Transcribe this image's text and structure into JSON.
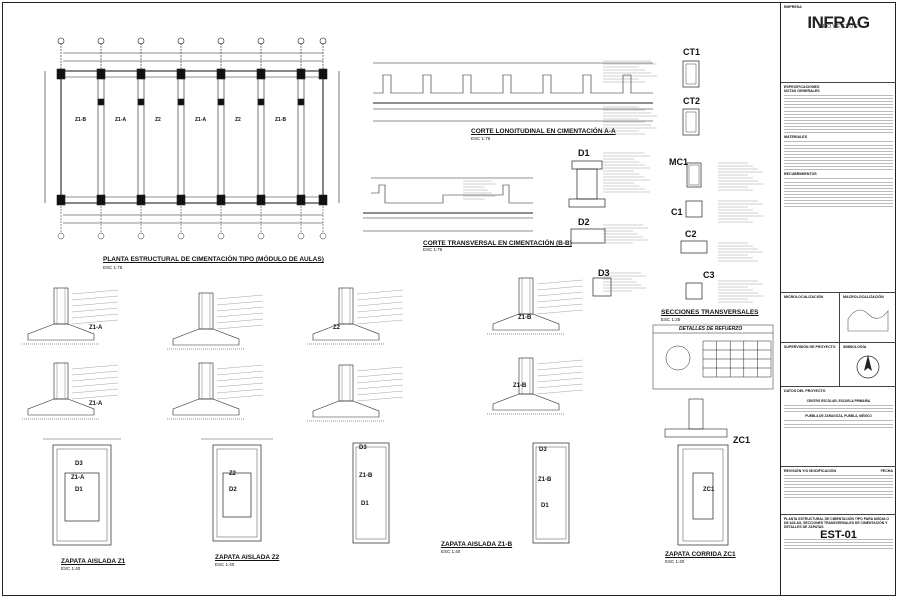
{
  "titles": {
    "plan": "PLANTA ESTRUCTURAL DE CIMENTACIÓN TIPO (MÓDULO DE AULAS)",
    "plan_scale": "ESC 1:75",
    "section_aa": "CORTE LONGITUDINAL EN CIMENTACIÓN A-A",
    "section_aa_scale": "ESC 1:75",
    "section_bb": "CORTE TRANSVERSAL EN CIMENTACIÓN (B-B)",
    "section_bb_scale": "ESC 1:75",
    "transversal": "SECCIONES TRANSVERSALES",
    "transversal_scale": "ESC 1:25",
    "refuerzo": "DETALLES DE REFUERZO",
    "z1": "ZAPATA AISLADA Z1",
    "z1_scale": "ESC 1:40",
    "z2": "ZAPATA AISLADA Z2",
    "z2_scale": "ESC 1:40",
    "z1b": "ZAPATA AISLADA Z1-B",
    "z1b_scale": "ESC 1:40",
    "zc1": "ZAPATA CORRIDA ZC1",
    "zc1_scale": "ESC 1:40"
  },
  "sections": {
    "ct1": "CT1",
    "ct2": "CT2",
    "d1": "D1",
    "d2": "D2",
    "d3": "D3",
    "mc1": "MC1",
    "c1": "C1",
    "c2": "C2",
    "c3": "C3",
    "zc1": "ZC1"
  },
  "plan_labels": [
    "Z1-B",
    "Z1-A",
    "Z2",
    "Z1-A",
    "Z2",
    "Z1-B"
  ],
  "detail_labels": {
    "z1a": "Z1-A",
    "z2": "Z2",
    "z1b": "Z1-B",
    "zc1": "ZC1",
    "d1": "D1",
    "d2": "D2",
    "d3": "D3",
    "c1": "C1",
    "ct1": "CT1"
  },
  "title_block": {
    "empresa": "EMPRESA",
    "logo": "INFRAG",
    "logo_sub": "PROYECTOS",
    "especificaciones": "ESPECIFICACIONES",
    "notas": "NOTAS GENERALES",
    "materiales": "MATERIALES",
    "recubrimientos": "RECUBRIMIENTOS",
    "microlocalizacion": "MICROLOCALIZACIÓN",
    "macrolocalizacion": "MACROLOCALIZACIÓN",
    "director": "SUPERVISIÓN DE PROYECTO",
    "simbologia": "SIMBOLOGÍA",
    "datos": "DATOS DEL PROYECTO",
    "proyecto": "CENTRO ESCOLAR, ESCUELA PRIMARIA",
    "ubicacion": "PUEBLA DE ZARAGOZA, PUEBLA, MÉXICO",
    "revision": "REVISIÓN Y/O MODIFICACIÓN",
    "fecha": "FECHA",
    "plano": "EST-01",
    "descripcion": "PLANTA ESTRUCTURAL DE CIMENTACIÓN TIPO PARA MÓDULO DE AULAS, SECCIONES TRANSVERSALES DE CIMENTACIÓN Y DETALLES DE ZAPATAS"
  }
}
